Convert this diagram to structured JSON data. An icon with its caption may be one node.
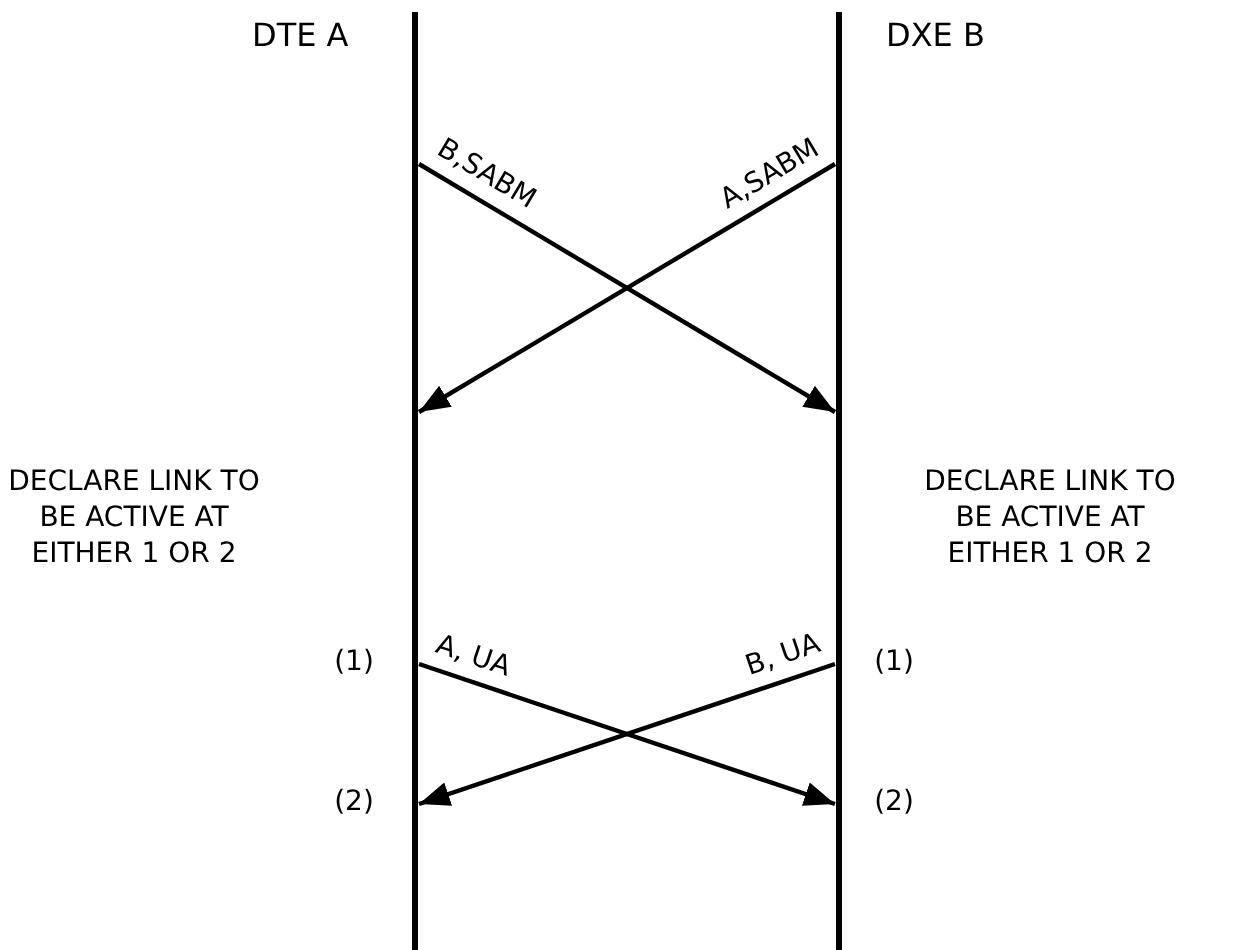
{
  "diagram": {
    "nodes": [
      {
        "text": [
          "DTE A"
        ]
      },
      {
        "text": [
          "DXE B"
        ]
      }
    ],
    "edges": [
      {
        "from": 0,
        "to": 1,
        "arrow": "to",
        "label": "B,SABM"
      },
      {
        "from": 1,
        "to": 0,
        "arrow": "to",
        "label": "A,SABM"
      },
      {
        "from": 0,
        "to": 1,
        "arrow": "to",
        "label": "A, UA"
      },
      {
        "from": 1,
        "to": 0,
        "arrow": "to",
        "label": "B, UA"
      }
    ],
    "labels": [
      "DECLARE LINK TO BE ACTIVE AT EITHER 1 OR 2",
      "DECLARE LINK TO BE ACTIVE AT EITHER 1 OR 2",
      "(1)",
      "(1)",
      "(2)",
      "(2)"
    ]
  }
}
